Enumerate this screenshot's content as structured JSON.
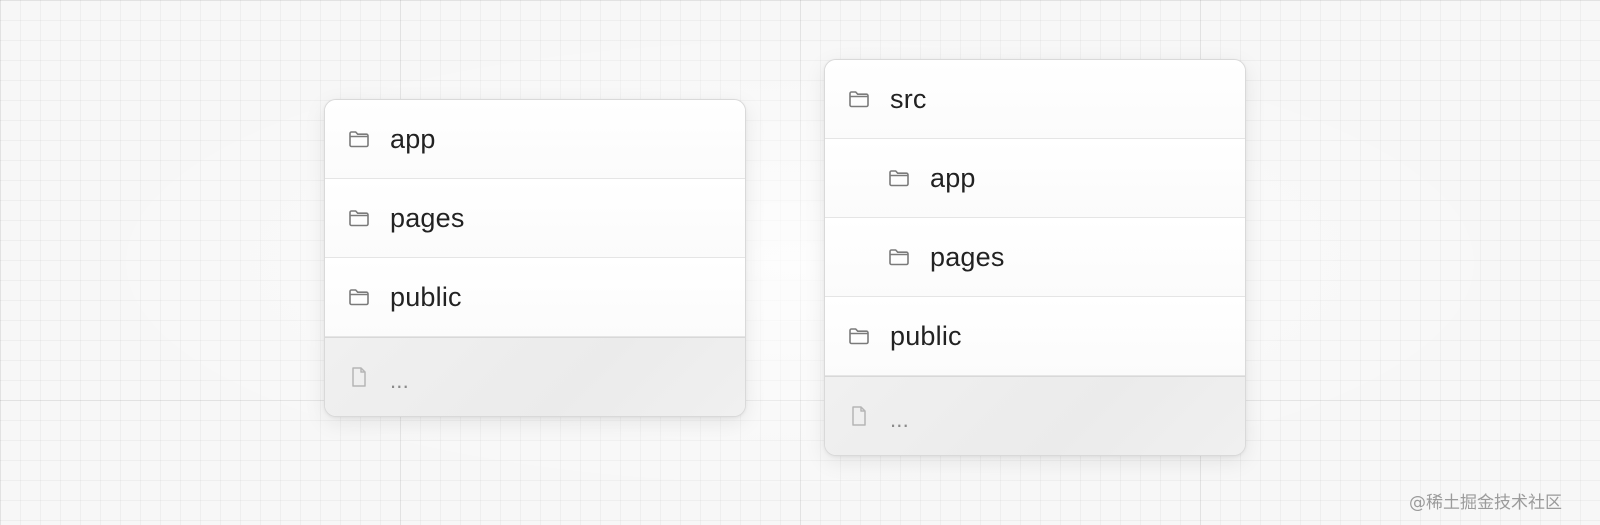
{
  "panels": [
    {
      "rows": [
        {
          "type": "folder",
          "label": "app",
          "indent": 0
        },
        {
          "type": "folder",
          "label": "pages",
          "indent": 0
        },
        {
          "type": "folder",
          "label": "public",
          "indent": 0
        },
        {
          "type": "file",
          "label": "...",
          "indent": 0
        }
      ]
    },
    {
      "rows": [
        {
          "type": "folder",
          "label": "src",
          "indent": 0
        },
        {
          "type": "folder",
          "label": "app",
          "indent": 1
        },
        {
          "type": "folder",
          "label": "pages",
          "indent": 1
        },
        {
          "type": "folder",
          "label": "public",
          "indent": 0
        },
        {
          "type": "file",
          "label": "...",
          "indent": 0
        }
      ]
    }
  ],
  "icons": {
    "folder": "folder-icon",
    "file": "file-icon"
  },
  "colors": {
    "background": "#f7f7f7",
    "panel": "#ffffff",
    "border": "#d9d9d9",
    "text": "#222222",
    "muted_text": "#8a8a8a",
    "icon": "#7a7a7a"
  },
  "watermark": "@稀土掘金技术社区"
}
